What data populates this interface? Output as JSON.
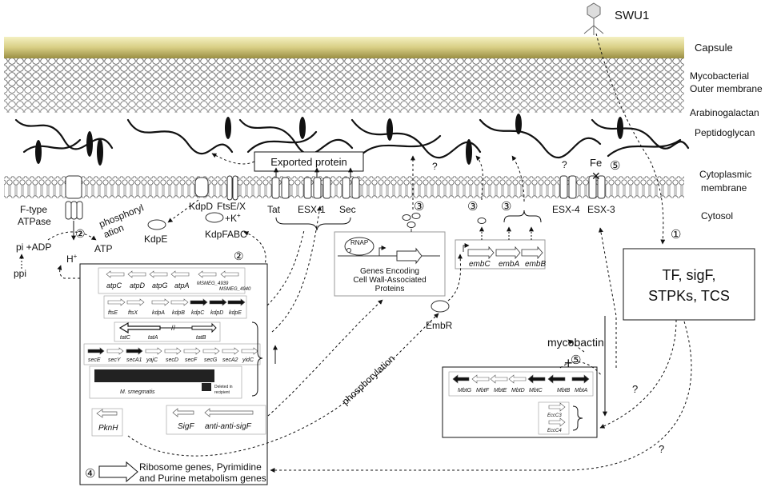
{
  "phage": "SWU1",
  "layers": {
    "capsule": "Capsule",
    "outer_membrane_1": "Mycobacterial",
    "outer_membrane_2": "Outer membrane",
    "arabinogalactan": "Arabinogalactan",
    "peptidoglycan": "Peptidoglycan",
    "cytoplasmic_1": "Cytoplasmic",
    "cytoplasmic_2": "membrane",
    "cytosol": "Cytosol"
  },
  "labels": {
    "exported_protein": "Exported  protein",
    "tat": "Tat",
    "esx1": "ESX-1",
    "sec": "Sec",
    "ftse": "FtsE/X",
    "kdpd": "KdpD",
    "phosphoryl_1": "phosphoryl",
    "phosphoryl_2": "ation",
    "kdpe": "KdpE",
    "kdpfabc": "KdpFABC",
    "k_plus": "+K",
    "ftype_1": "F-type",
    "ftype_2": "ATPase",
    "pi_adp": "pi +ADP",
    "ppi": "ppi",
    "atp": "ATP",
    "h_plus": "H",
    "esx4": "ESX-4",
    "esx3": "ESX-3",
    "fe": "Fe",
    "question": "?",
    "rnap": "RNAP",
    "genes_1": "Genes Encoding",
    "genes_2": "Cell Wall-Associated",
    "genes_3": "Proteins",
    "embr": "EmbR",
    "mycobactin": "mycobactin",
    "phosphorylation": "phosphorylation",
    "tf_1": "TF, sigF,",
    "tf_2": "STPKs, TCS",
    "ribosome_1": "Ribosome genes, Pyrimidine",
    "ribosome_2": "and Purine metabolism genes",
    "sigf": "SigF",
    "antisigf": "anti-anti-sigF",
    "pknh": "PknH",
    "msmeg": "M. smegmatis",
    "deleted_1": "Deleted in",
    "deleted_2": "recipient",
    "n1": "①",
    "n2": "②",
    "n3": "③",
    "n4": "④",
    "n5": "⑤"
  },
  "genes": {
    "atp": [
      "atpC",
      "atpD",
      "atpG",
      "atpA",
      "MSMEG_4939",
      "MSMEG_4940"
    ],
    "kdp": [
      "ftsE",
      "ftsX",
      "kdpA",
      "kdpB",
      "kdpC",
      "kdpD",
      "kdpE"
    ],
    "tat": [
      "tatC",
      "tatA",
      "tatB"
    ],
    "sec": [
      "secE",
      "secY",
      "secA1",
      "yajC",
      "secD",
      "secF",
      "secG",
      "secA2",
      "yidC"
    ],
    "emb": [
      "embC",
      "embA",
      "embB"
    ],
    "mbt": [
      "MbtG",
      "MbtF",
      "MbtE",
      "MbtD",
      "MbtC",
      "MbtB",
      "MbtA"
    ],
    "ecc": [
      "EccC3",
      "EccC4"
    ]
  },
  "colors": {
    "capsule": "#d6ce8e",
    "membrane": "#e9e9e9",
    "ink": "#111111"
  }
}
